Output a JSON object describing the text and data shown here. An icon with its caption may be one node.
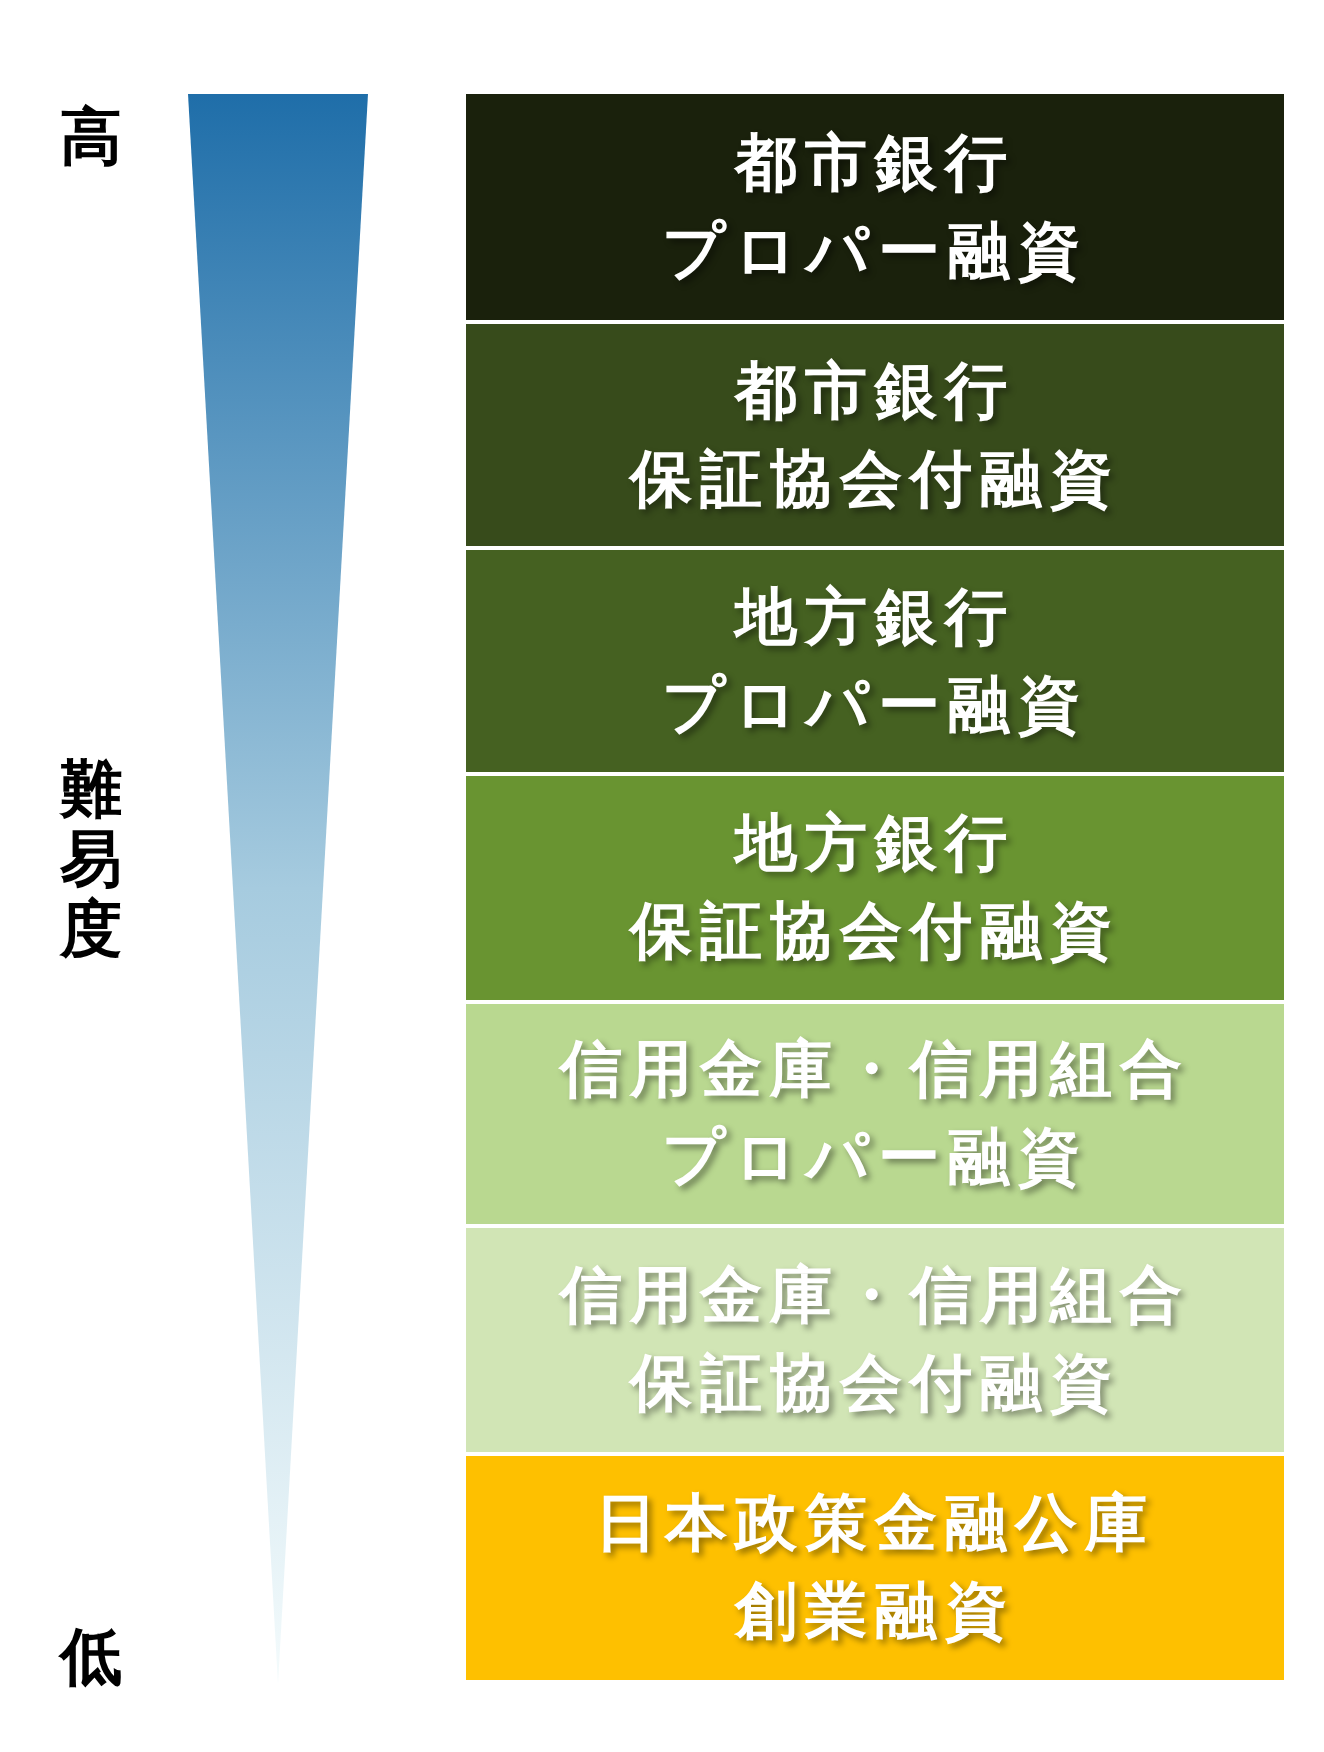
{
  "diagram": {
    "nodes": [
      {
        "text": [
          "都市銀行",
          "プロパー融資"
        ]
      },
      {
        "text": [
          "都市銀行",
          "保証協会付融資"
        ]
      },
      {
        "text": [
          "地方銀行",
          "プロパー融資"
        ]
      },
      {
        "text": [
          "地方銀行",
          "保証協会付融資"
        ]
      },
      {
        "text": [
          "信用金庫・信用組合",
          "プロパー融資"
        ]
      },
      {
        "text": [
          "信用金庫・信用組合",
          "保証協会付融資"
        ]
      },
      {
        "text": [
          "日本政策金融公庫",
          "創業融資"
        ]
      }
    ],
    "labels": [
      "高",
      "難易度",
      "低"
    ]
  }
}
